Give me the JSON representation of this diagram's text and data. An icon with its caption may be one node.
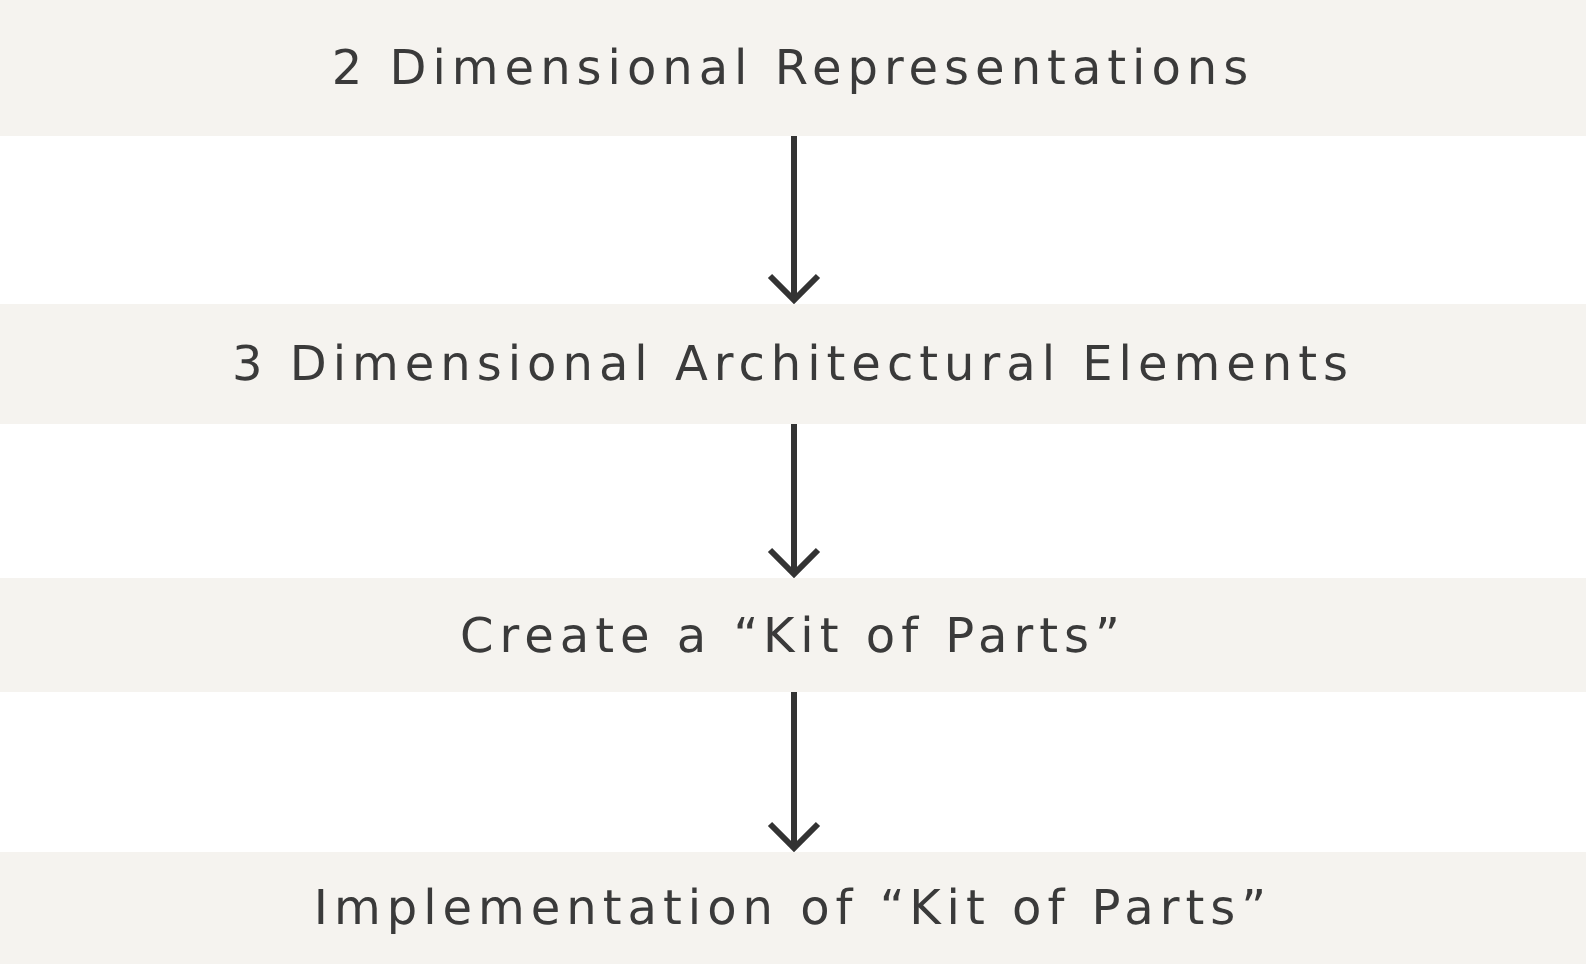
{
  "diagram": {
    "nodes": [
      {
        "text": [
          "2 Dimensional Representations"
        ]
      },
      {
        "text": [
          "3 Dimensional Architectural Elements"
        ]
      },
      {
        "text": [
          "Create a “Kit of Parts”"
        ]
      },
      {
        "text": [
          "Implementation of “Kit of Parts”"
        ]
      }
    ],
    "edges": [
      {
        "from": 0,
        "to": 1,
        "arrow": "to"
      },
      {
        "from": 1,
        "to": 2,
        "arrow": "to"
      },
      {
        "from": 2,
        "to": 3,
        "arrow": "to"
      }
    ]
  }
}
